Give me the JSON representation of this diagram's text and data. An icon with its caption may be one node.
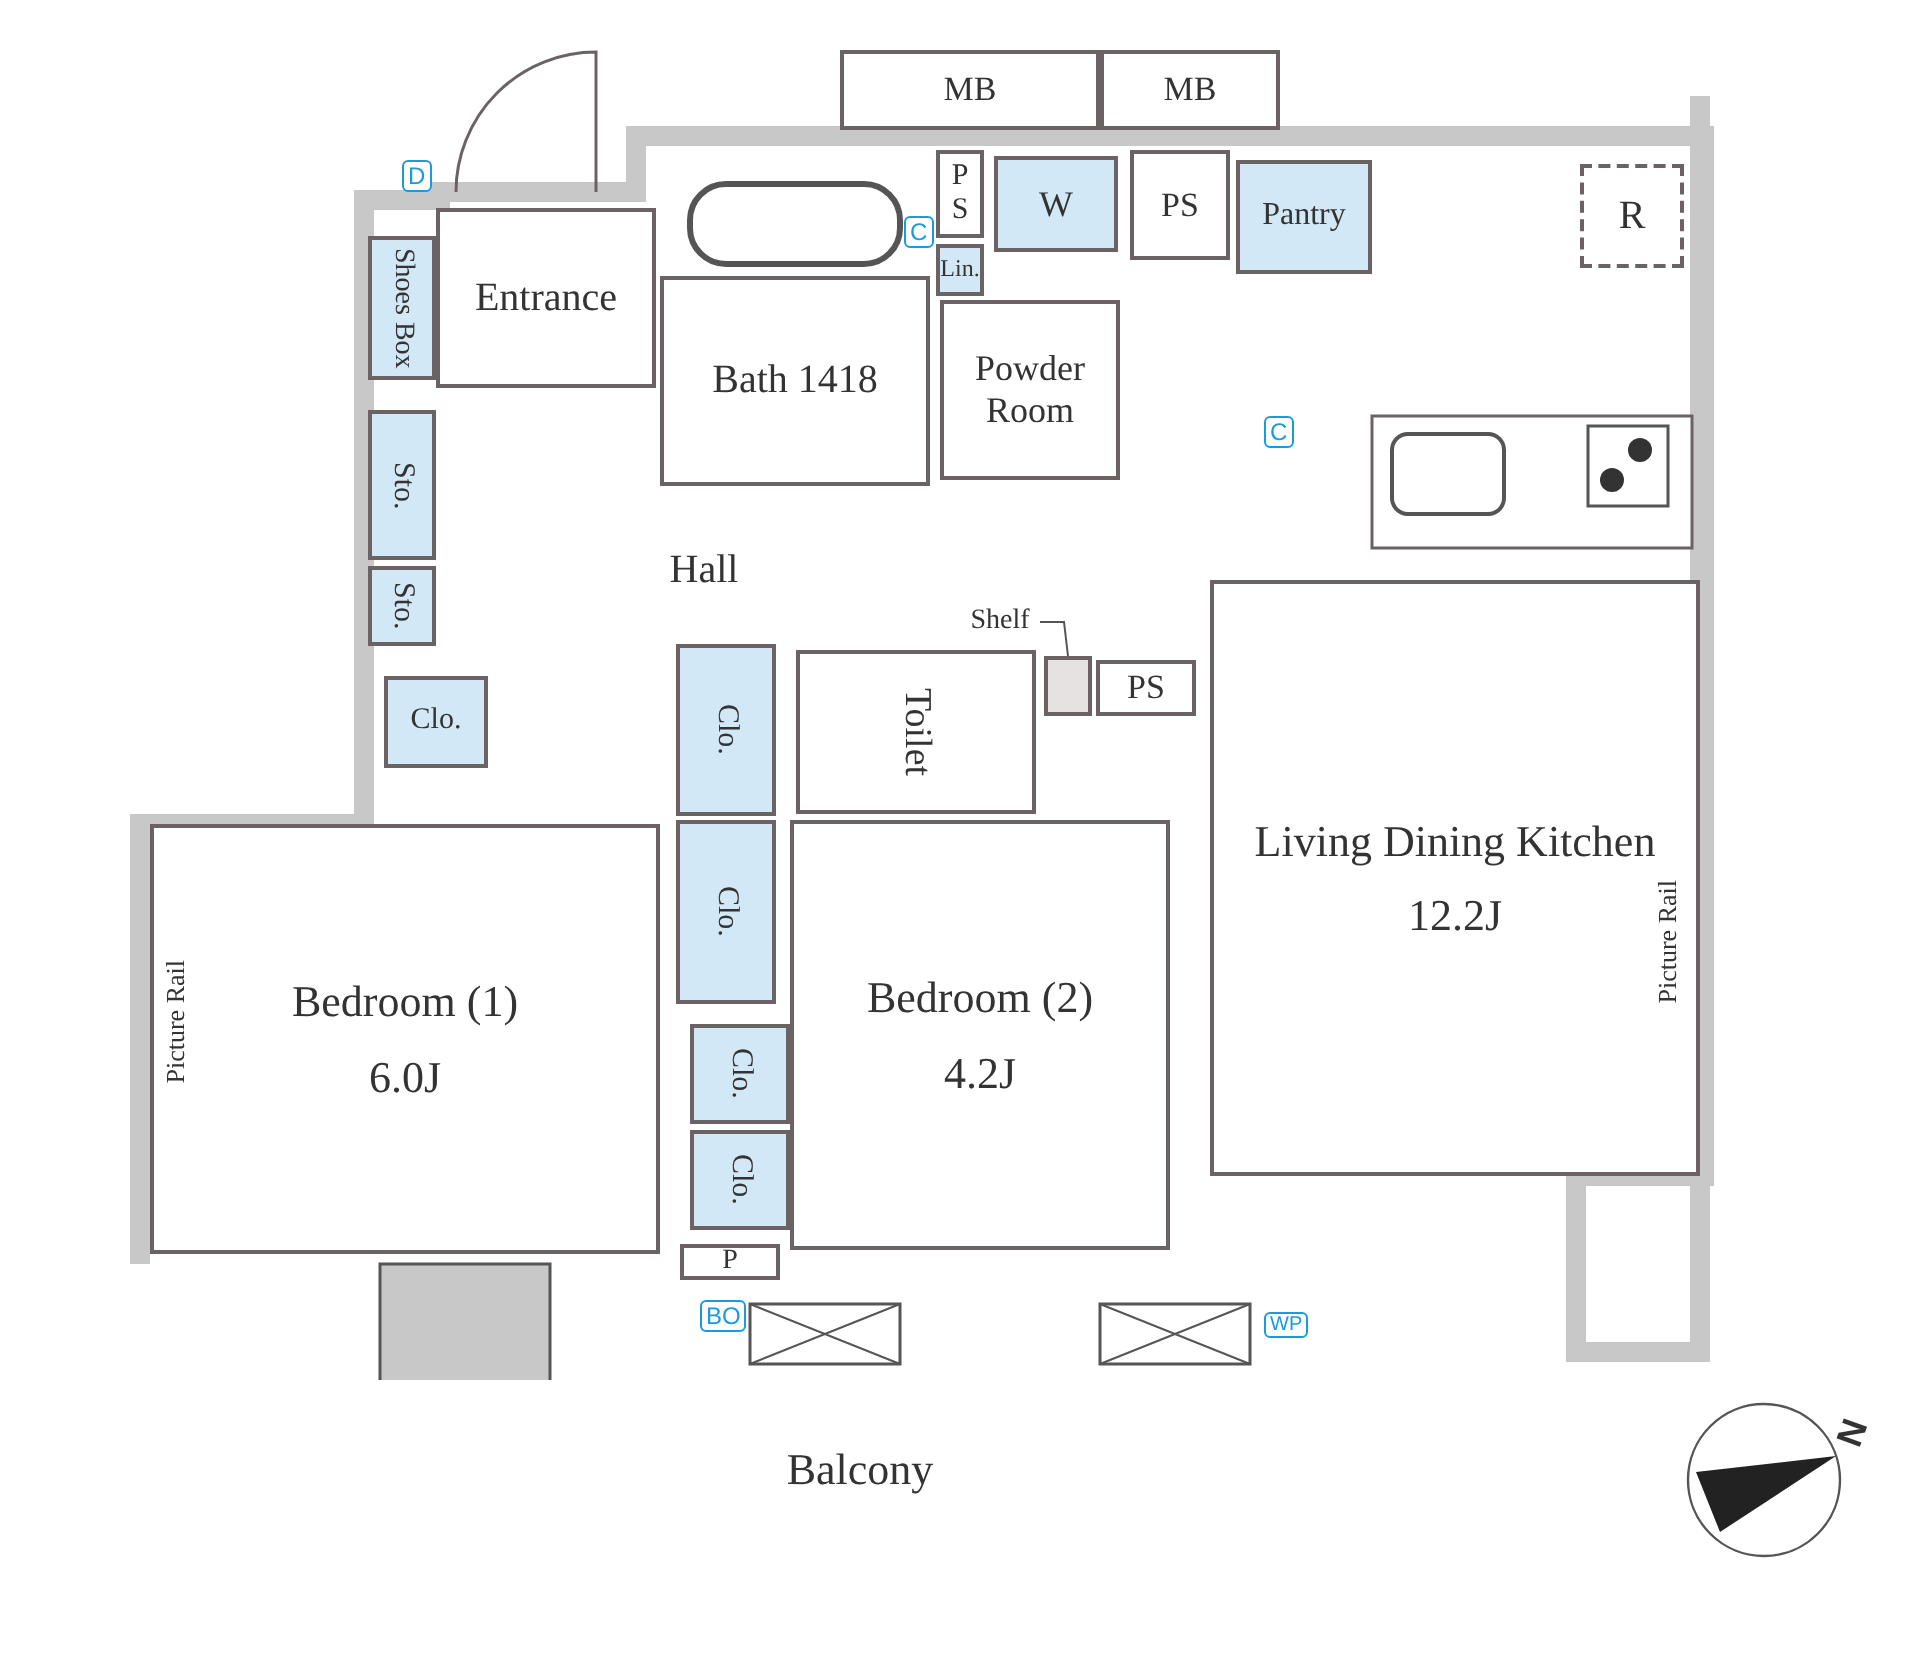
{
  "diagram": {
    "nodes": [
      {
        "text": [
          "MB"
        ]
      },
      {
        "text": [
          "MB"
        ]
      },
      {
        "text": [
          "P S"
        ]
      },
      {
        "text": [
          "W"
        ]
      },
      {
        "text": [
          "PS"
        ]
      },
      {
        "text": [
          "Pantry"
        ]
      },
      {
        "text": [
          "R"
        ]
      },
      {
        "text": [
          "Entrance"
        ]
      },
      {
        "text": [
          "Shoes Box"
        ]
      },
      {
        "text": [
          "Lin."
        ]
      },
      {
        "text": [
          "Bath 1418"
        ]
      },
      {
        "text": [
          "Powder Room"
        ]
      },
      {
        "text": [
          "Sto."
        ]
      },
      {
        "text": [
          "Sto."
        ]
      },
      {
        "text": [
          "Hall"
        ]
      },
      {
        "text": [
          "Shelf"
        ]
      },
      {
        "text": [],
        "shape": "bar"
      },
      {
        "text": [
          "PS"
        ]
      },
      {
        "text": [
          "Toilet"
        ]
      },
      {
        "text": [
          "Clo."
        ]
      },
      {
        "text": [
          "Clo."
        ]
      },
      {
        "text": [
          "Clo."
        ]
      },
      {
        "text": [
          "Living Dining Kitchen",
          "12.2J"
        ]
      },
      {
        "text": [
          "Bedroom (1)",
          "6.0J"
        ]
      },
      {
        "text": [
          "Bedroom (2)",
          "4.2J"
        ]
      },
      {
        "text": [
          "Clo."
        ]
      },
      {
        "text": [
          "Clo."
        ]
      },
      {
        "text": [
          "P"
        ]
      },
      {
        "text": [
          "Balcony"
        ]
      }
    ],
    "edges": [
      {
        "from": 15,
        "to": 16,
        "arrow": "none"
      }
    ],
    "labels": [
      "D",
      "C",
      "C",
      "Picture Rail",
      "Picture Rail",
      "BO",
      "WP",
      "N"
    ]
  }
}
